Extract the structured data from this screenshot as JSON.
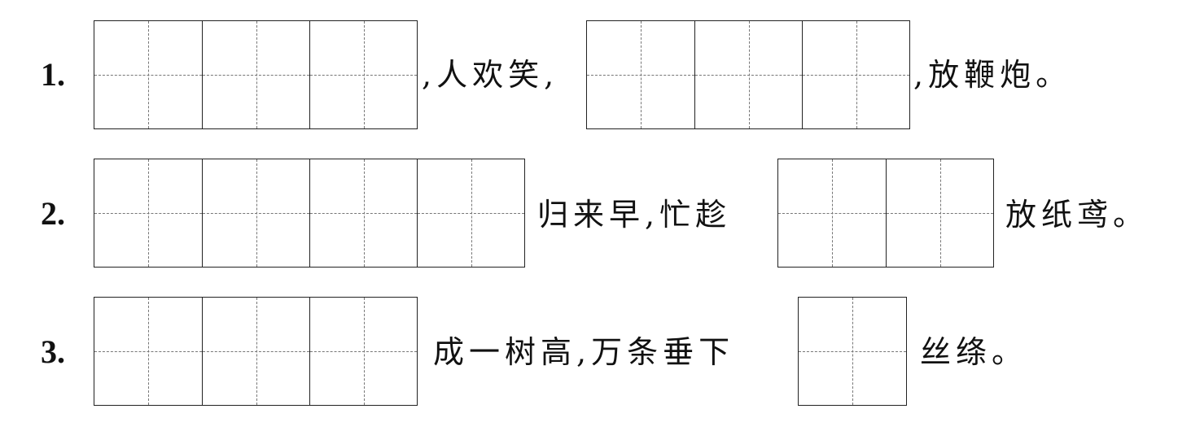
{
  "lines": [
    {
      "number": "1.",
      "grids": [
        {
          "cells": 3
        },
        {
          "cells": 3
        }
      ],
      "text_after_grid1": ",人欢笑,",
      "text_after_grid2": ",放鞭炮。"
    },
    {
      "number": "2.",
      "grids": [
        {
          "cells": 4
        },
        {
          "cells": 2
        }
      ],
      "text_after_grid1": "归来早,忙趁",
      "text_after_grid2": "放纸鸢。"
    },
    {
      "number": "3.",
      "grids": [
        {
          "cells": 3
        },
        {
          "cells": 1
        }
      ],
      "text_after_grid1": "成一树高,万条垂下",
      "text_after_grid2": "丝绦。"
    }
  ]
}
